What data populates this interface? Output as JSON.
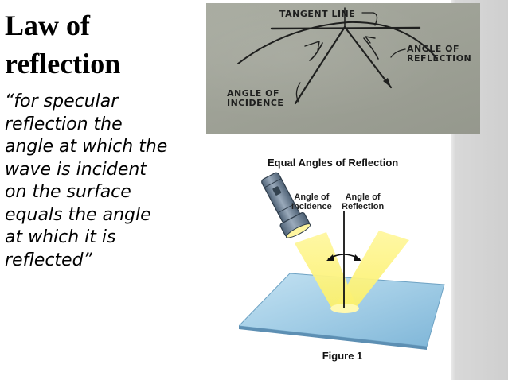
{
  "slide": {
    "title_line1": "Law of",
    "title_line2": "reflection",
    "quote_lines": [
      "“for specular",
      "reflection the",
      "angle at which the",
      "wave is incident",
      "on the surface",
      "equals the angle",
      "at which it is",
      "reflected”"
    ]
  },
  "sketch": {
    "tangent_label": "TANGENT LINE",
    "reflection_label_line1": "ANGLE OF",
    "reflection_label_line2": "REFLECTION",
    "incidence_label_line1": "ANGLE OF",
    "incidence_label_line2": "INCIDENCE"
  },
  "figure": {
    "title": "Equal Angles of Reflection",
    "incidence_label_line1": "Angle of",
    "incidence_label_line2": "Incidence",
    "reflection_label_line1": "Angle of",
    "reflection_label_line2": "Reflection",
    "caption": "Figure 1"
  },
  "colors": {
    "beam": "#f8f07a",
    "mirror": "#a9d3ea",
    "flashlight": "#6b7f93",
    "sidebar": "#d6d6d6"
  }
}
